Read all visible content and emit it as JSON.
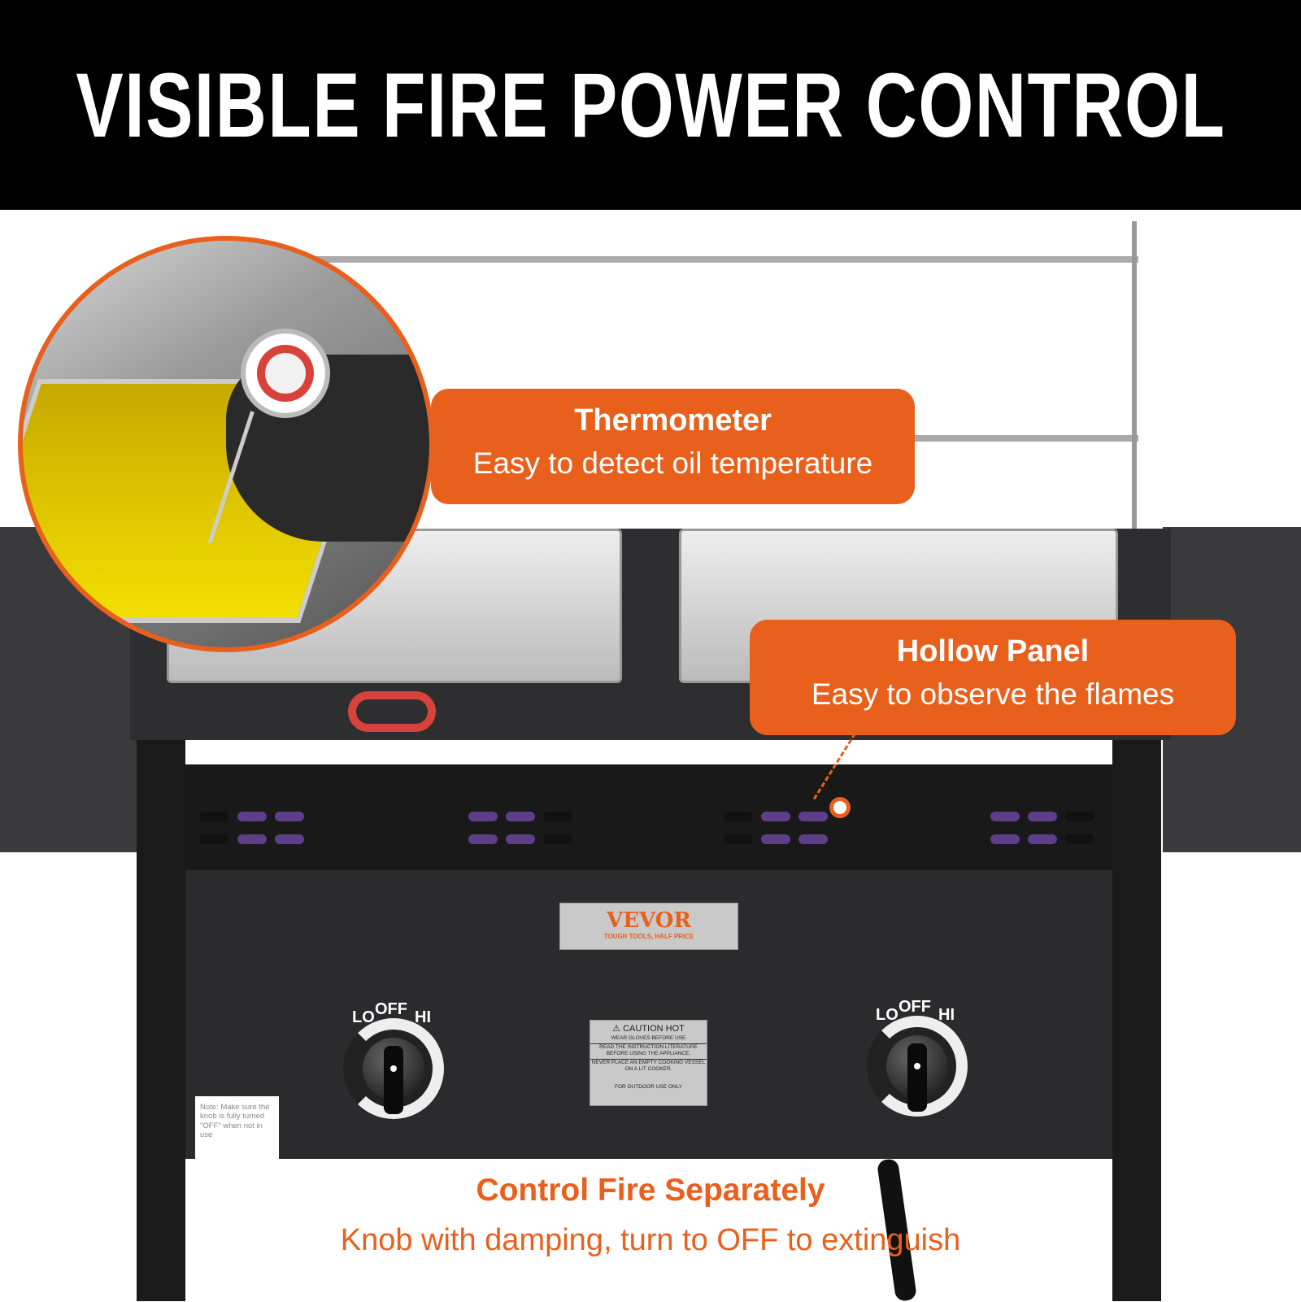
{
  "header": {
    "title": "VISIBLE FIRE POWER CONTROL"
  },
  "callouts": {
    "thermometer": {
      "title": "Thermometer",
      "subtitle": "Easy to detect oil temperature"
    },
    "hollow_panel": {
      "title": "Hollow Panel",
      "subtitle": "Easy to observe the flames"
    }
  },
  "bottom": {
    "title": "Control Fire Separately",
    "subtitle": "Knob with damping, turn to OFF to extinguish"
  },
  "brand_plate": {
    "logo": "VEVOR",
    "tagline": "TOUGH TOOLS, HALF PRICE"
  },
  "knob_labels": {
    "lo": "LO",
    "off": "OFF",
    "hi": "HI"
  },
  "caution_label": {
    "title": "CAUTION HOT",
    "lines": [
      "WEAR GLOVES BEFORE USE",
      "READ THE INSTRUCTION LITERATURE BEFORE USING THE APPLIANCE.",
      "NEVER PLACE AN EMPTY COOKING VESSEL ON A LIT COOKER.",
      "FOR OUTDOOR USE ONLY"
    ]
  },
  "note_label": {
    "text": "Note: Make sure the knob is fully turned \"OFF\" when not in use"
  },
  "colors": {
    "accent": "#e8601c",
    "header_bg": "#000000",
    "body": "#2b2b2d"
  }
}
